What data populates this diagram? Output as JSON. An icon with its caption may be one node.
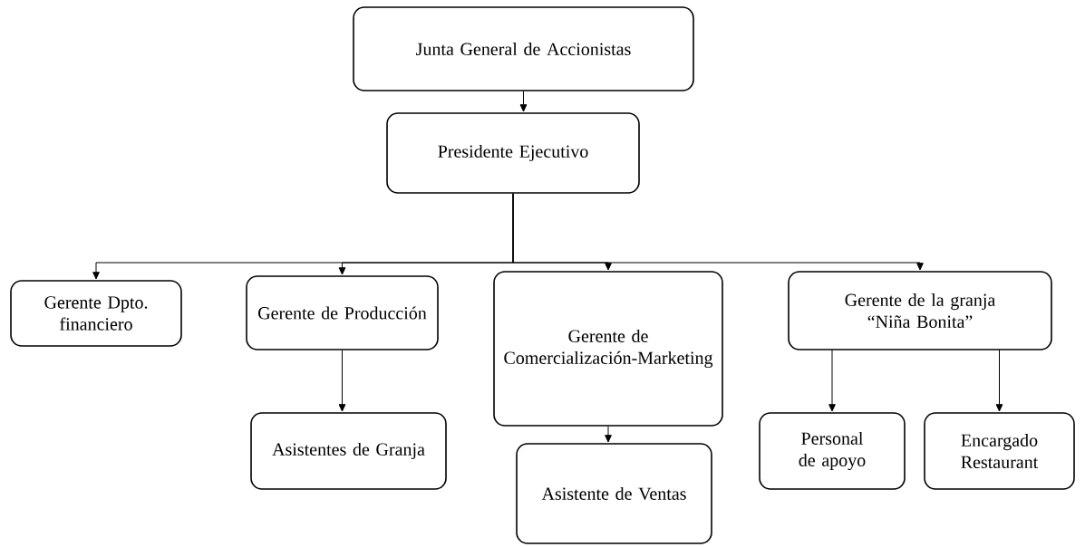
{
  "diagram": {
    "nodes": [
      {
        "text": [
          "Junta General de Accionistas"
        ]
      },
      {
        "text": [
          "Presidente Ejecutivo"
        ]
      },
      {
        "text": [
          "Gerente Dpto. financiero"
        ]
      },
      {
        "text": [
          "Gerente de Producción"
        ]
      },
      {
        "text": [
          "Asistentes de Granja"
        ]
      },
      {
        "text": [
          "Gerente de Comercialización-Marketing"
        ]
      },
      {
        "text": [
          "Asistente de Ventas"
        ]
      },
      {
        "text": [
          "Gerente de la granja “Niña Bonita”"
        ]
      },
      {
        "text": [
          "Personal de apoyo"
        ]
      },
      {
        "text": [
          "Encargado Restaurant"
        ]
      }
    ],
    "edges": [
      {
        "from": 0,
        "to": 1,
        "arrow": "to"
      },
      {
        "from": 1,
        "to": 2,
        "arrow": "to"
      },
      {
        "from": 1,
        "to": 3,
        "arrow": "to"
      },
      {
        "from": 1,
        "to": 5,
        "arrow": "to"
      },
      {
        "from": 1,
        "to": 7,
        "arrow": "to"
      },
      {
        "from": 3,
        "to": 4,
        "arrow": "to"
      },
      {
        "from": 5,
        "to": 6,
        "arrow": "to"
      },
      {
        "from": 7,
        "to": 8,
        "arrow": "to"
      },
      {
        "from": 7,
        "to": 9,
        "arrow": "to"
      }
    ]
  }
}
